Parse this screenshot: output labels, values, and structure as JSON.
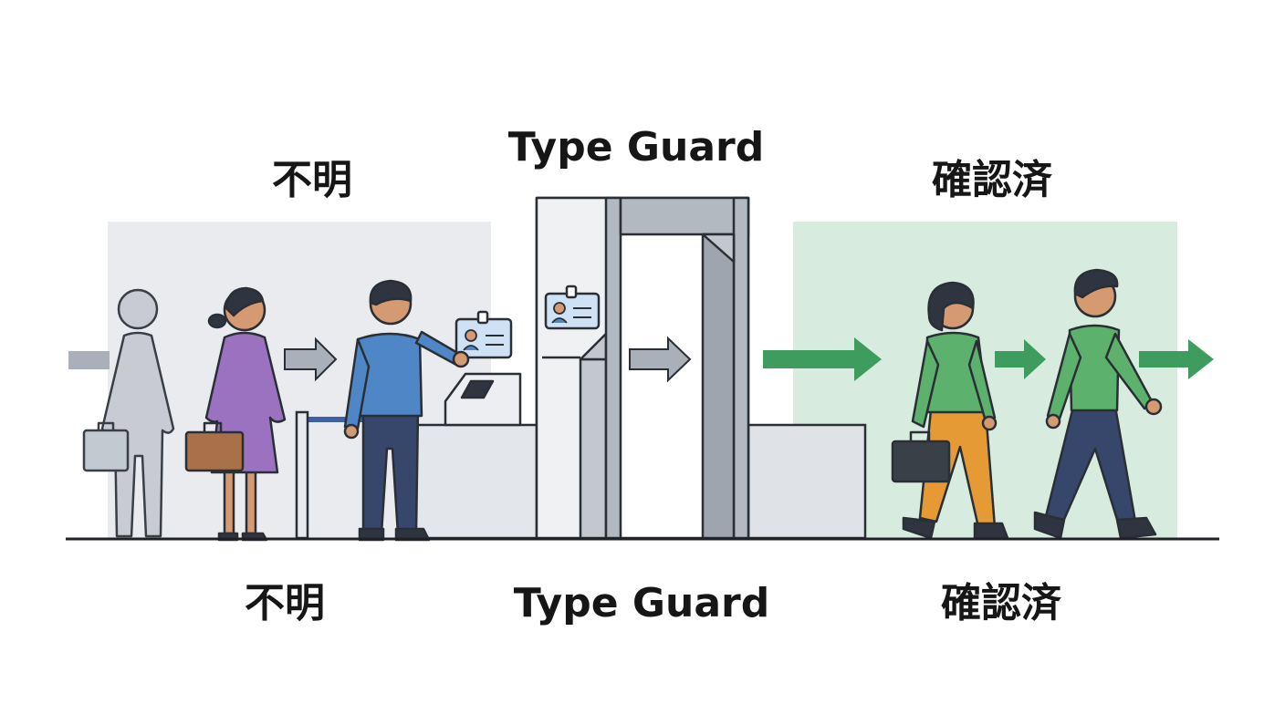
{
  "labels": {
    "top_unknown": "不明",
    "top_guard": "Type Guard",
    "top_verified": "確認済",
    "bottom_unknown": "不明",
    "bottom_guard": "Type Guard",
    "bottom_verified": "確認済"
  },
  "colors": {
    "unknown_zone": "#e9ebee",
    "verified_zone": "#d7ecdf",
    "gray_arrow": "#a9b0ba",
    "green_arrow": "#3e9d5e",
    "outline": "#2a2f36",
    "ghost_figure": "#c8ccd2",
    "purple_dress": "#9a72c0",
    "blue_shirt": "#4f86c6",
    "navy_pants": "#37476b",
    "green_shirt": "#5cb16d",
    "orange_pants": "#e69a35",
    "skin": "#d59a72",
    "hair": "#2f3540"
  }
}
